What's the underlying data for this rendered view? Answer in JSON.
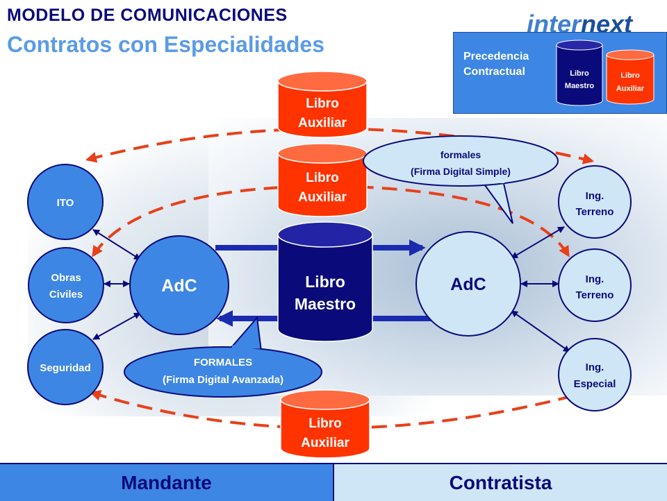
{
  "header": {
    "title": "MODELO DE COMUNICACIONES",
    "subtitle": "Contratos con Especialidades",
    "logo": {
      "part1": "inter",
      "part2": "next"
    }
  },
  "precedence": {
    "label": "Precedencia Contractual",
    "master_line1": "Libro",
    "master_line2": "Maestro",
    "aux_line1": "Libro",
    "aux_line2": "Auxiliar"
  },
  "diagram": {
    "master_book": {
      "line1": "Libro",
      "line2": "Maestro"
    },
    "aux_top": {
      "line1": "Libro",
      "line2": "Auxiliar"
    },
    "aux_middle": {
      "line1": "Libro",
      "line2": "Auxiliar"
    },
    "aux_bottom": {
      "line1": "Libro",
      "line2": "Auxiliar"
    },
    "adc_left": "AdC",
    "adc_right": "AdC",
    "left_nodes": {
      "ito": "ITO",
      "obras_line1": "Obras",
      "obras_line2": "Civiles",
      "seguridad": "Seguridad"
    },
    "right_nodes": {
      "ing1_line1": "Ing.",
      "ing1_line2": "Terreno",
      "ing2_line1": "Ing.",
      "ing2_line2": "Terreno",
      "ing3_line1": "Ing.",
      "ing3_line2": "Especial"
    },
    "callout_top": {
      "line1": "formales",
      "line2": "(Firma Digital Simple)"
    },
    "callout_bottom": {
      "line1": "FORMALES",
      "line2": "(Firma Digital Avanzada)"
    }
  },
  "footer": {
    "left": "Mandante",
    "right": "Contratista"
  },
  "colors": {
    "navy": "#0a0a7a",
    "blue": "#3d86e4",
    "light_blue": "#cfe6f6",
    "red": "#ff3300",
    "dashed_arrow": "#e8401a"
  }
}
